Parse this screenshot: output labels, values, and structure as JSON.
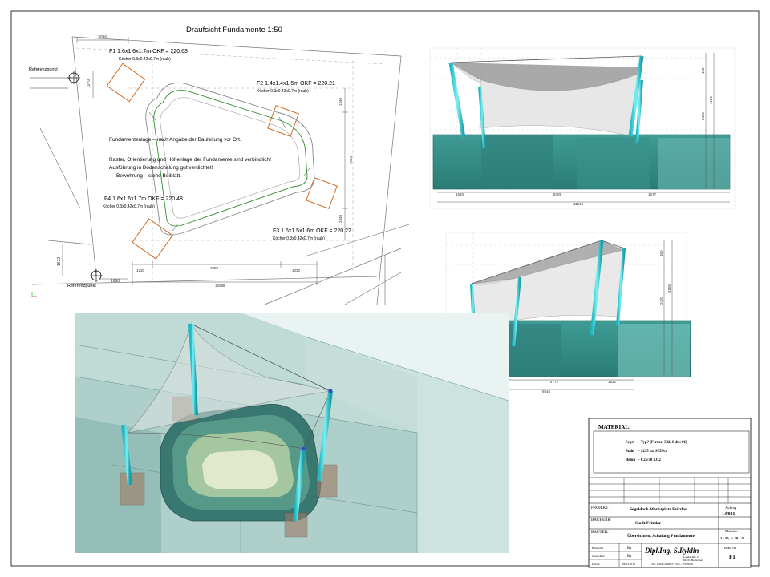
{
  "plan": {
    "title": "Draufsicht Fundamente 1:50",
    "ref_point_top": "Referenzpunkt",
    "ref_point_bottom": "Referenzpunkt",
    "dim_top": "3036",
    "dim_left_top": "1070",
    "dim_left_bottom": "1672",
    "dim_bottom_left": "1690",
    "dim_bottom_a": "1230",
    "dim_bottom_b": "7828",
    "dim_bottom_c": "1030",
    "dim_bottom_total": "10088",
    "dim_right_a": "1340",
    "dim_right_b": "7924",
    "dim_right_c": "2440",
    "f1_title": "F1  1.6x1.6x1.7m  OKF = 220.63",
    "f1_sub": "Köcher 0.3x0.42x0.7m (rauh)",
    "f2_title": "F2  1.4x1.4x1.5m  OKF = 220.21",
    "f2_sub": "Köcher 0.3x0.42x0.7m (rauh)",
    "f3_title": "F3  1.5x1.5x1.6m  OKF = 220.22",
    "f3_sub": "Köcher 0.3x0.42x0.7m (rauh)",
    "f4_title": "F4  1.6x1.6x1.7m  OKF = 220.48",
    "f4_sub": "Köcher 0.3x0.42x0.7m (rauh)",
    "note1": "Fundamentenlage – nach Angabe der Bauleitung vor Ort.",
    "note2": "Raster, Orientierung und Höhenlage der Fundamente sind verbindlich!",
    "note3": "Ausführung in Bodenschalung gut verdichtet!",
    "note4": "Bewehrung – siehe Beiblatt."
  },
  "elevation_top": {
    "dim_a": "1560",
    "dim_b": "8309",
    "dim_c": "1677",
    "dim_total": "11545",
    "dim_r1": "450",
    "dim_r2": "4105",
    "dim_r3": "2405"
  },
  "elevation_mid": {
    "dim_a": "2450",
    "dim_b": "4772",
    "dim_c": "1522",
    "dim_total": "8544",
    "dim_r1": "460",
    "dim_r2": "4105",
    "dim_r3": "2420"
  },
  "title_block": {
    "material_heading": "MATERIAL:",
    "mat_segel_label": "Segel",
    "mat_segel_value": "- Typ? (Ferrari  502, Soltis 86)",
    "mat_stahl_label": "Stahl",
    "mat_stahl_value": "- S235 va, S355va",
    "mat_beton_label": "Beton",
    "mat_beton_value": "- C25/30 XC2",
    "projekt_label": "PROJEKT :",
    "projekt_value": "Segeldach Marktplatz Fritzlar",
    "auftrag_label": "Auftrag",
    "auftrag_value": "14/011",
    "bauherr_label": "BAUHERR:",
    "bauherr_value": "Stadt Fritzlar",
    "bauteil_label": "BAUTEIL :",
    "bauteil_value": "Übersichten, Schalung Fundamente",
    "massstab_label": "Maßstab",
    "massstab_value": "1 : 50, 1: 20 1:5",
    "bearbeitet_label": "Bearbeitet",
    "bearbeitet_value": "Ry",
    "gezeichnet_label": "Gezeichnet",
    "gezeichnet_value": "Ry",
    "datum_label": "Datum",
    "datum_value": "06.03.2014",
    "company": "Dipl.Ing. S.Ryklin",
    "address1": "Landstraße 17",
    "address2": "69121 Heidelberg",
    "address3": "Tel.: 06221-850673 · Fax.: -7505048",
    "blatt_label": "Blatt Nr.",
    "blatt_value": "F1"
  },
  "colors": {
    "post": "#3fd9e0",
    "concrete": "#2c8a82",
    "footing": "#d2691e",
    "membrane": "#cfcfcf",
    "dim": "#444444"
  }
}
